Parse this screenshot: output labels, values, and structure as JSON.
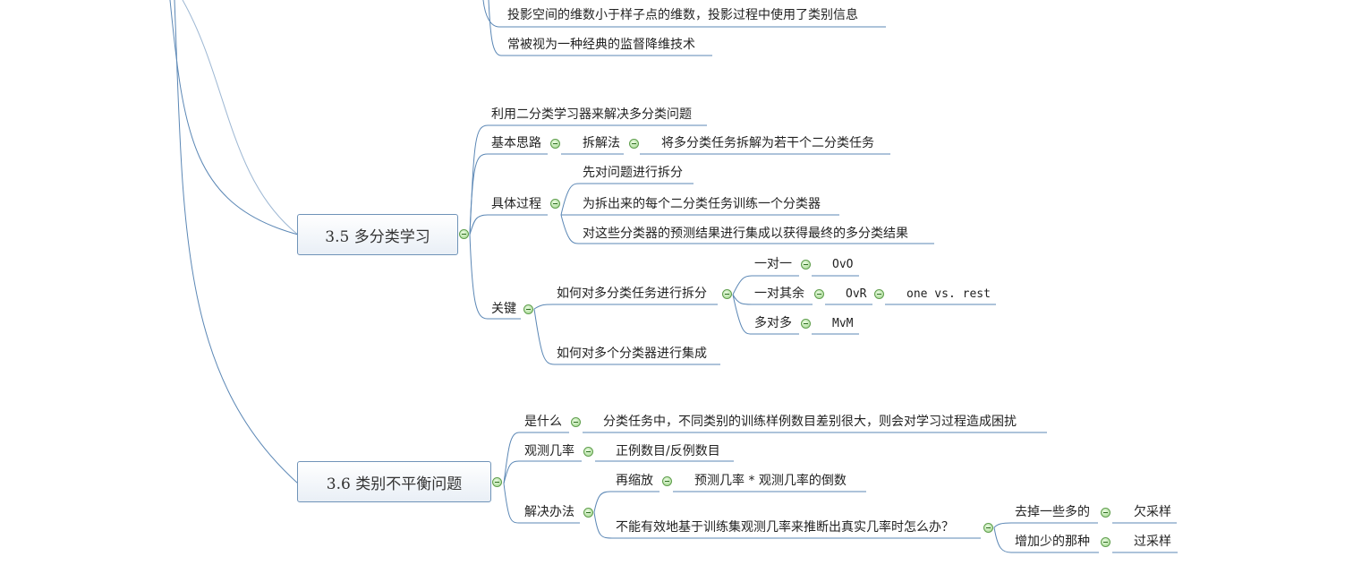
{
  "nodes": {
    "proj1": "投影空间的维数小于样子点的维数，投影过程中使用了类别信息",
    "proj2": "常被视为一种经典的监督降维技术",
    "t35": "3.5  多分类学习",
    "m1": "利用二分类学习器来解决多分类问题",
    "m2": "基本思路",
    "m2a": "拆解法",
    "m2b": "将多分类任务拆解为若干个二分类任务",
    "m3": "具体过程",
    "m3a": "先对问题进行拆分",
    "m3b": "为拆出来的每个二分类任务训练一个分类器",
    "m3c": "对这些分类器的预测结果进行集成以获得最终的多分类结果",
    "m4": "关键",
    "m4a": "如何对多分类任务进行拆分",
    "ovo": "一对一",
    "ovo_v": "OvO",
    "ovr": "一对其余",
    "ovr_v": "OvR",
    "ovr_d": "one vs. rest",
    "mvm": "多对多",
    "mvm_v": "MvM",
    "m4b": "如何对多个分类器进行集成",
    "t36": "3.6  类别不平衡问题",
    "c1": "是什么",
    "c1a": "分类任务中，不同类别的训练样例数目差别很大，则会对学习过程造成困扰",
    "c2": "观测几率",
    "c2a": "正例数目/反例数目",
    "c3": "解决办法",
    "c3a": "再缩放",
    "c3b": "预测几率 * 观测几率的倒数",
    "c3c": "不能有效地基于训练集观测几率来推断出真实几率时怎么办？",
    "c3d": "去掉一些多的",
    "c3e": "欠采样",
    "c3f": "增加少的那种",
    "c3g": "过采样"
  },
  "colors": {
    "line": "#5b87b5",
    "topic_border": "#6f93b8",
    "toggle": "#9fd58a"
  }
}
